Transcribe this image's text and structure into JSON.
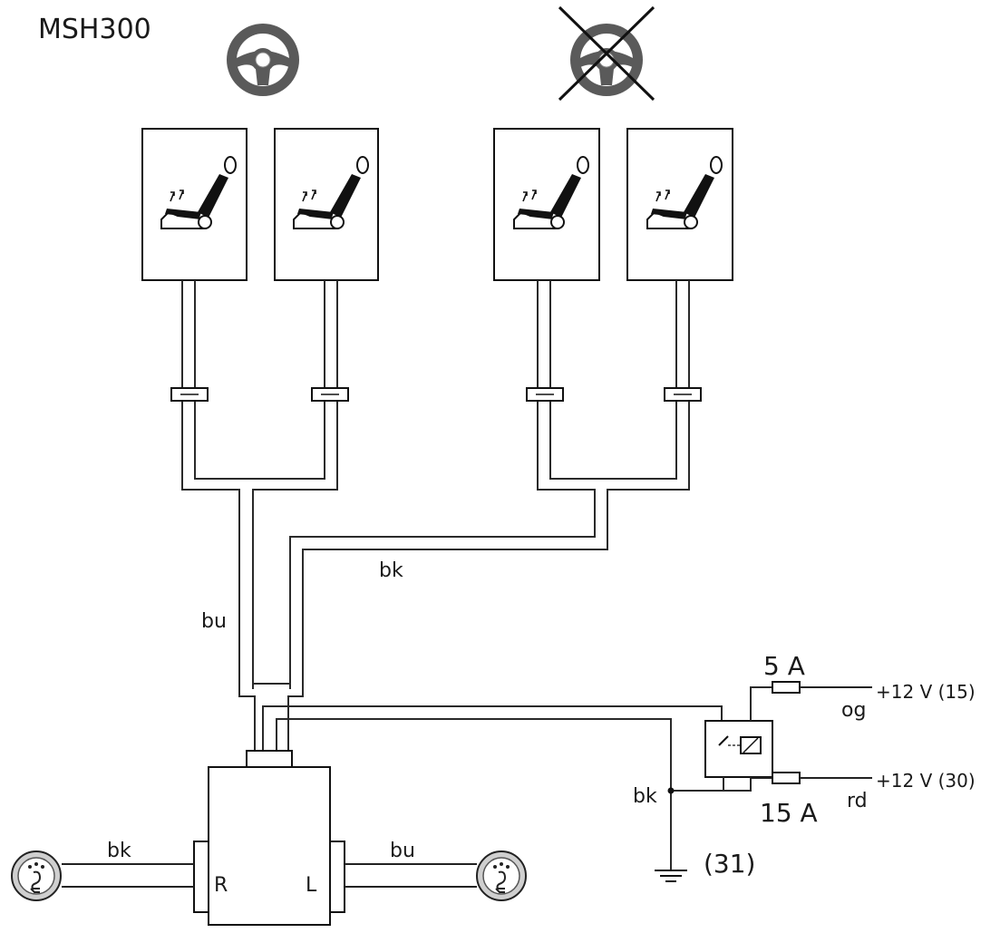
{
  "model": "MSH300",
  "wire_labels": {
    "bu_main": "bu",
    "bk_main": "bk",
    "bk_left_switch": "bk",
    "bu_right_switch": "bu",
    "bk_ground": "bk",
    "og": "og",
    "rd": "rd"
  },
  "fuses": {
    "small": "5 A",
    "large": "15 A"
  },
  "power": {
    "ignition": "+12 V (15)",
    "battery": "+12 V (30)",
    "ground": "(31)"
  },
  "control_unit": {
    "right_port": "R",
    "left_port": "L"
  },
  "icons": {
    "steering_wheel": "steering-wheel-icon",
    "no_steering_wheel": "steering-wheel-crossed-icon",
    "heated_seat": "heated-seat-icon",
    "seat_switch": "seat-heat-switch-icon",
    "ground": "ground-icon",
    "relay": "relay-icon"
  }
}
